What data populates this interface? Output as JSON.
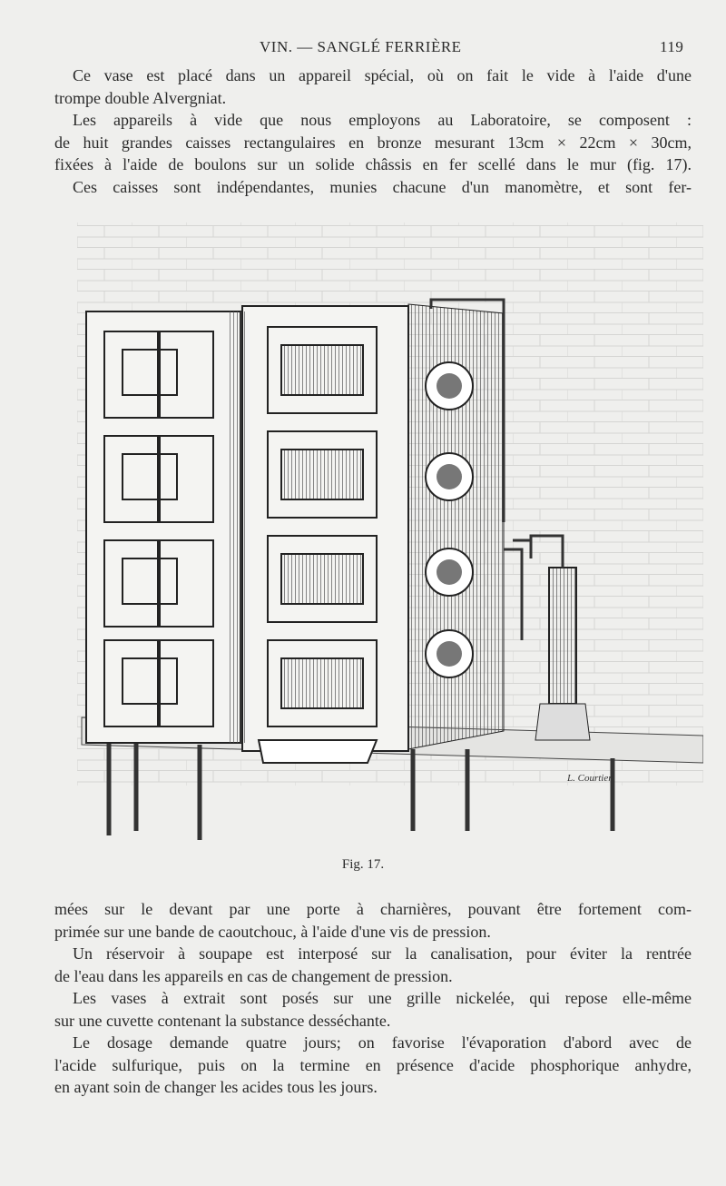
{
  "header": {
    "running_title": "VIN. — SANGLÉ FERRIÈRE",
    "page_number": "119"
  },
  "top_text": [
    {
      "lines": [
        "Ce vase est placé dans un appareil spécial, où on fait le vide à l'aide d'une",
        "trompe double Alvergniat."
      ]
    },
    {
      "lines": [
        "Les appareils à vide que nous employons au Laboratoire, se composent :",
        "de huit grandes caisses rectangulaires en bronze mesurant 13cm × 22cm × 30cm,",
        "fixées à l'aide de boulons sur un solide châssis en fer scellé dans le mur (fig. 17)."
      ]
    },
    {
      "lines": [
        "Ces caisses sont indépendantes, munies chacune d'un manomètre, et sont fer-"
      ]
    }
  ],
  "figure": {
    "caption": "Fig. 17.",
    "signature": "L. Courtier"
  },
  "bottom_text": [
    {
      "lines": [
        "mées sur le devant par une porte à charnières, pouvant être fortement com-",
        "primée sur une bande de caoutchouc, à l'aide d'une vis de pression."
      ],
      "indent_first": false
    },
    {
      "lines": [
        "Un réservoir à soupape est interposé sur la canalisation, pour éviter la rentrée",
        "de l'eau dans les appareils en cas de changement de pression."
      ]
    },
    {
      "lines": [
        "Les vases à extrait sont posés sur une grille nickelée, qui repose elle-même",
        "sur une cuvette contenant la substance desséchante."
      ]
    },
    {
      "lines": [
        "Le dosage demande quatre jours; on favorise l'évaporation d'abord avec de",
        "l'acide sulfurique, puis on la termine en présence d'acide phosphorique anhydre,",
        "en ayant soin de changer les acides tous les jours."
      ]
    }
  ]
}
